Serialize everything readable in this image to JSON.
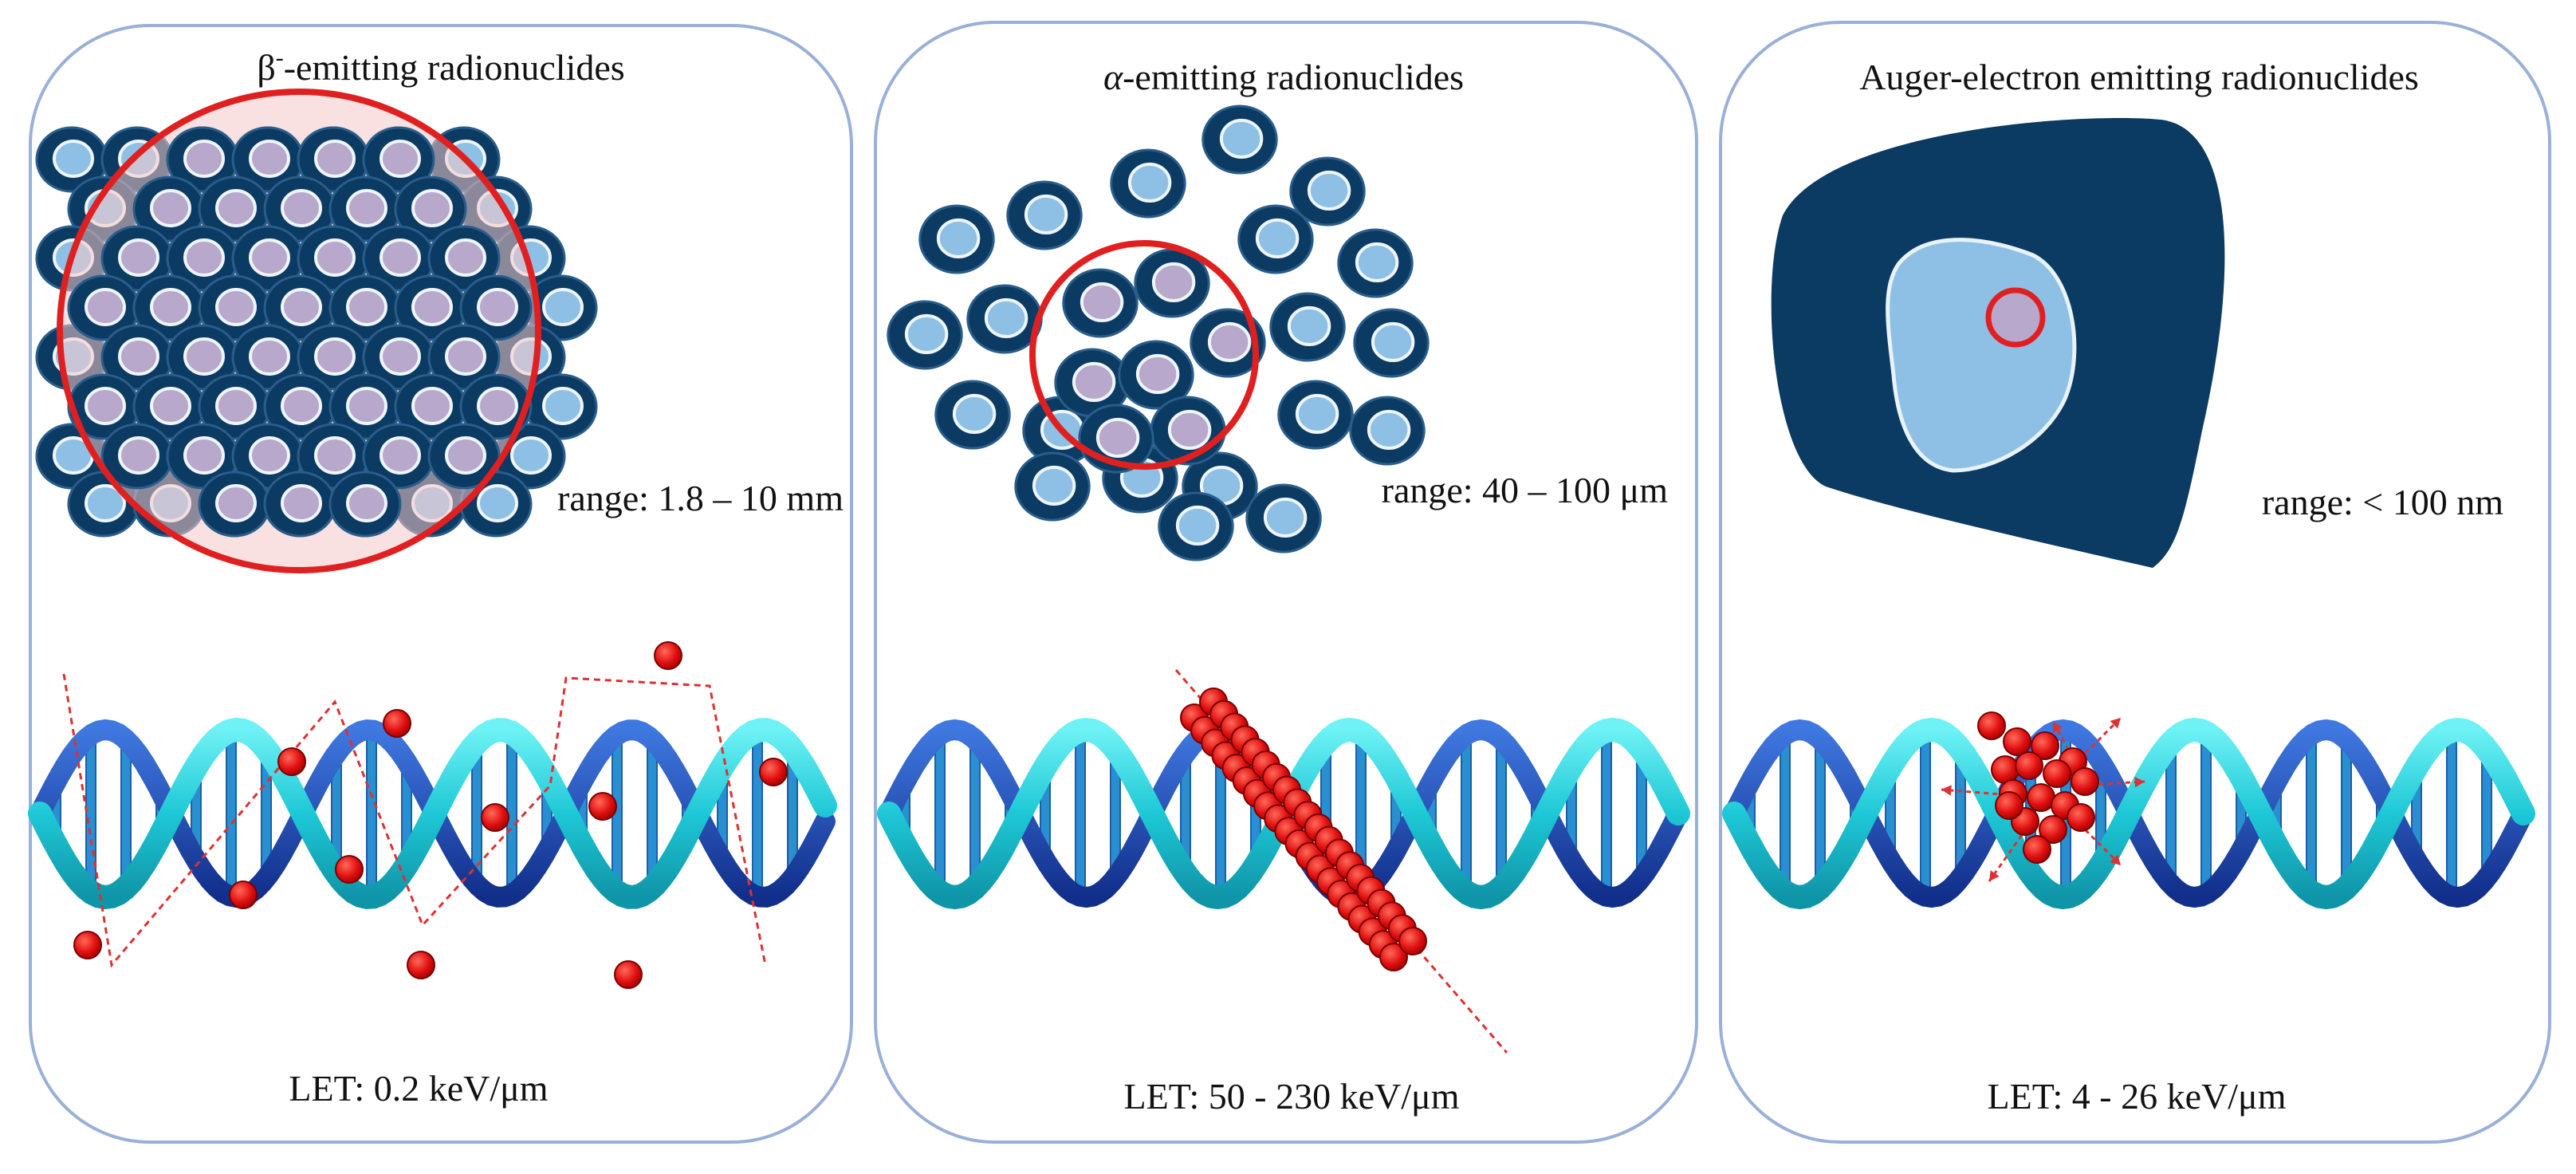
{
  "panels": [
    {
      "id": "beta",
      "title_symbol": "β",
      "title_sup": "-",
      "title_rest": "-emitting radionuclides",
      "range_label": "range: 1.8 – 10 mm",
      "let_label": "LET: 0.2 keV/μm"
    },
    {
      "id": "alpha",
      "title_symbol": "α",
      "title_rest": "-emitting radionuclides",
      "range_label": "range: 40 – 100 μm",
      "let_label": "LET: 50 - 230 keV/μm"
    },
    {
      "id": "auger",
      "title_full": "Auger-electron emitting radionuclides",
      "range_label": "range: < 100 nm",
      "let_label": "LET: 4 - 26 keV/μm"
    }
  ],
  "colors": {
    "panel_border": "#9ab0d8",
    "cell_outer": "#0b3a63",
    "cell_nucleus": "#8ec0e6",
    "irradiated_nucleus": "#b7a8cc",
    "range_circle": "#e02020",
    "range_fill": "#f6c9c9",
    "particle": "#e01010",
    "dna_cyan": "#1ec8d6",
    "dna_blue": "#1a4fb8",
    "track": "#e03030"
  }
}
